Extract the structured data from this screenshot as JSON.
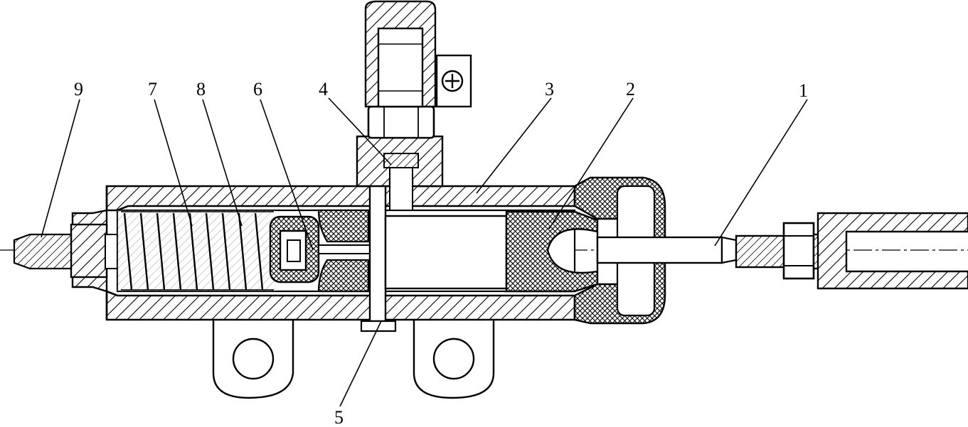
{
  "callouts": [
    {
      "key": "c1",
      "label": "1"
    },
    {
      "key": "c2",
      "label": "2"
    },
    {
      "key": "c3",
      "label": "3"
    },
    {
      "key": "c4",
      "label": "4"
    },
    {
      "key": "c5",
      "label": "5"
    },
    {
      "key": "c6",
      "label": "6"
    },
    {
      "key": "c7",
      "label": "7"
    },
    {
      "key": "c8",
      "label": "8"
    },
    {
      "key": "c9",
      "label": "9"
    }
  ],
  "colors": {
    "line": "#000000",
    "background": "#ffffff"
  }
}
